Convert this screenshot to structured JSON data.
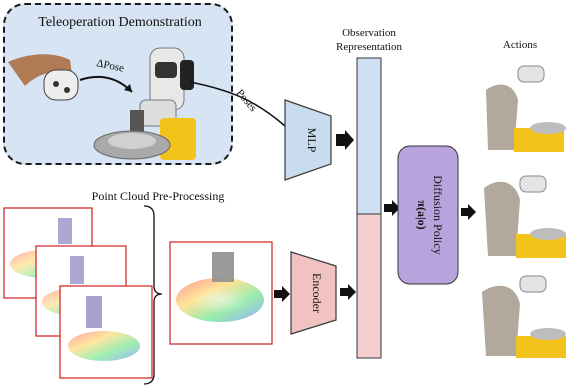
{
  "teleop": {
    "title": "Teleoperation Demonstration",
    "delta_pose": "ΔPose"
  },
  "poses_label": "Poses",
  "mlp_label": "MLP",
  "observation": {
    "line1": "Observation",
    "line2": "Representation"
  },
  "policy": {
    "line1": "Diffusion Policy",
    "line2": "π(a|o)"
  },
  "actions_label": "Actions",
  "pointcloud_label": "Point Cloud Pre-Processing",
  "encoder_label": "Encoder",
  "colors": {
    "demo_bg": "#d7e4f3",
    "mlp_fill": "#c9dcef",
    "obs_top": "#cfe0f3",
    "obs_bottom": "#f4cfcf",
    "policy_fill": "#b9a3dc",
    "encoder_fill": "#f0c2c2",
    "frame_red": "#d21f1f",
    "robot_yellow": "#f2c31a"
  }
}
